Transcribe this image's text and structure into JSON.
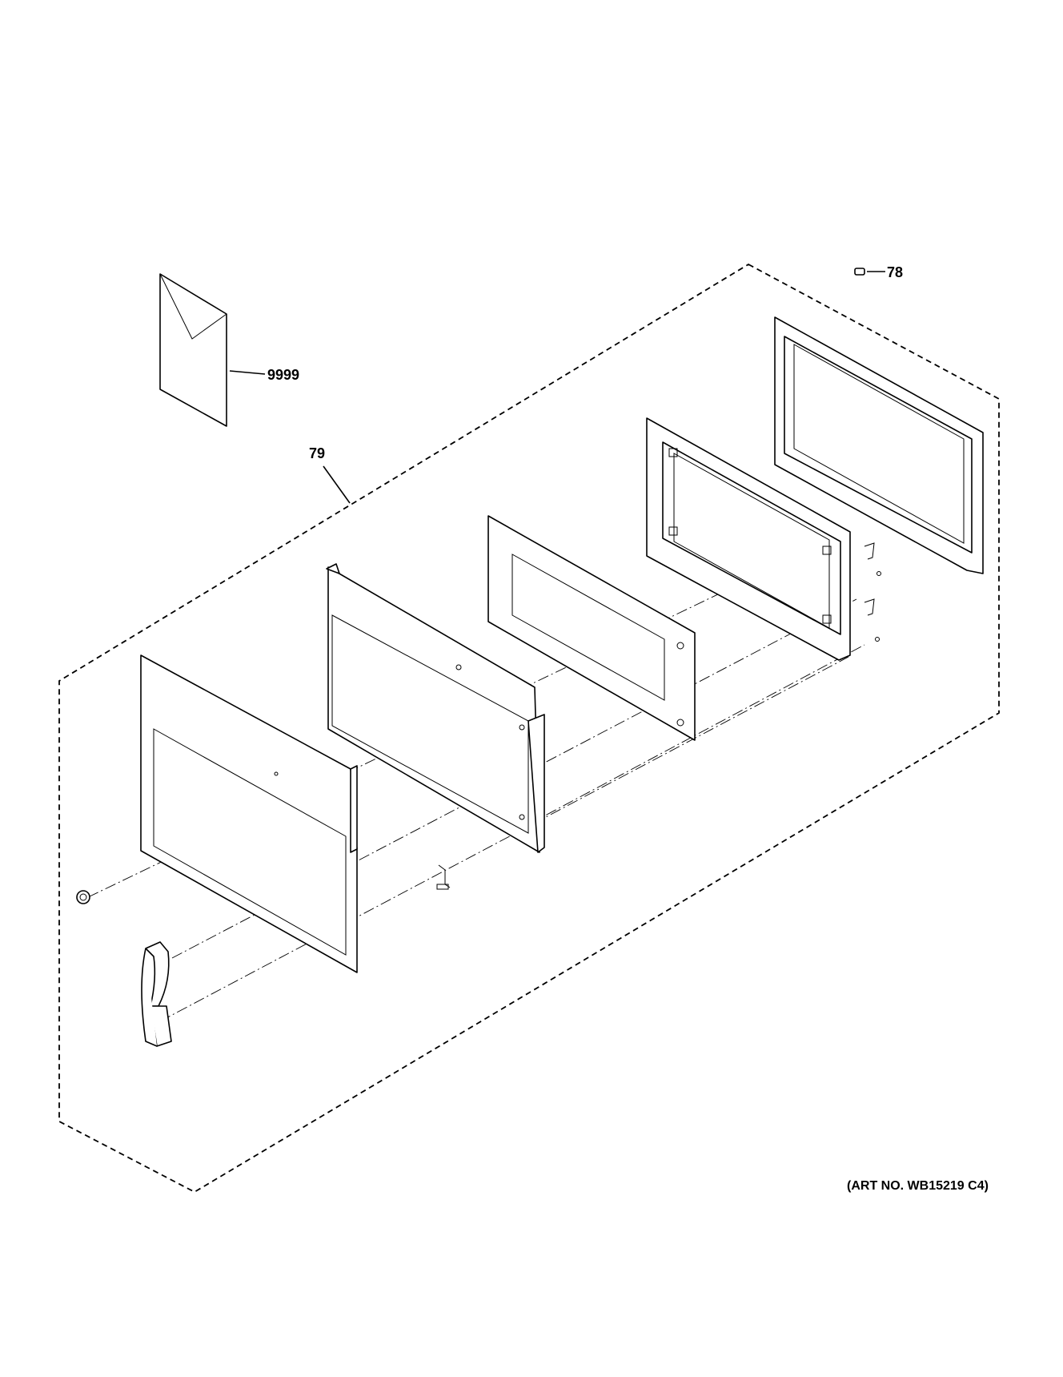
{
  "labels": {
    "manual": "9999",
    "door_assembly": "79",
    "small_part": "78"
  },
  "art_number": "(ART NO. WB15219 C4)"
}
